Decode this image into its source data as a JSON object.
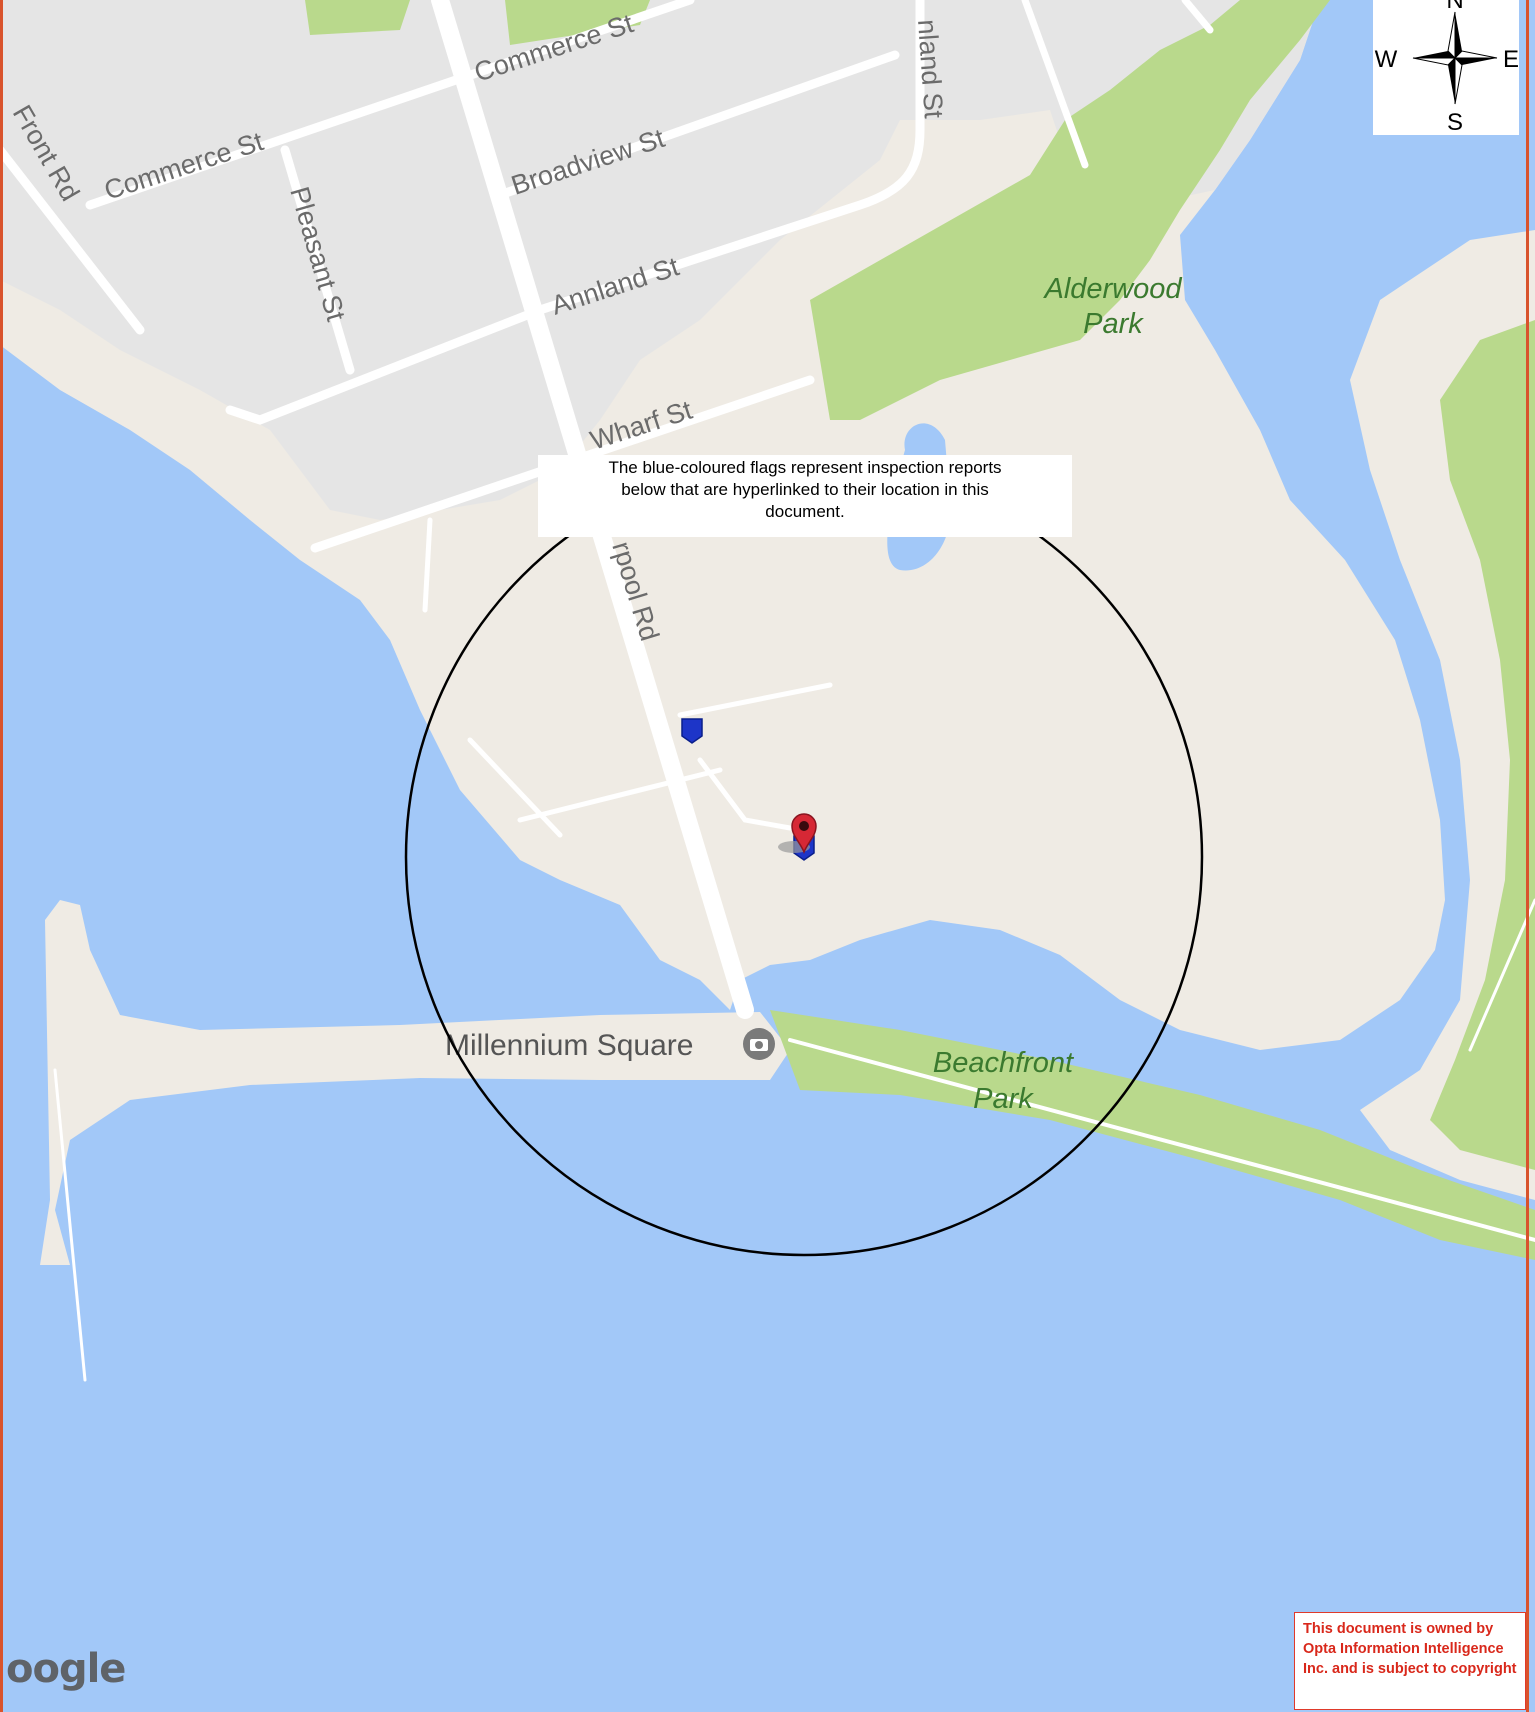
{
  "map": {
    "streets": {
      "commerce_st_upper": "Commerce St",
      "commerce_st_lower": "Commerce St",
      "front_rd": "Front Rd",
      "broadview_st": "Broadview St",
      "pleasant_st": "Pleasant St",
      "annland_st": "Annland St",
      "wharf_st": "Wharf St",
      "liverpool_rd": "rpool Rd",
      "annland_st_vertical": "nland St"
    },
    "places": {
      "alderwood_park_line1": "Alderwood",
      "alderwood_park_line2": "Park",
      "millennium_square": "Millennium Square",
      "beachfront_park_line1": "Beachfront",
      "beachfront_park_line2": "Park"
    },
    "colors": {
      "water": "#a2c8f8",
      "land": "#efebe4",
      "urban": "#e5e5e5",
      "park": "#b9d98c",
      "road": "#ffffff",
      "label": "#666666",
      "park_label": "#3b7a2f",
      "flag": "#1d35c8",
      "pin": "#d62835",
      "radius_circle": "#000000",
      "frame": "#d9532c"
    },
    "markers": [
      {
        "type": "inspection-flag",
        "name": "flag-1"
      },
      {
        "type": "inspection-flag",
        "name": "flag-2"
      },
      {
        "type": "location-pin",
        "name": "subject-pin"
      }
    ]
  },
  "note": {
    "line1": "The blue-coloured flags represent inspection reports",
    "line2": "below that are hyperlinked to their location in this",
    "line3": "document."
  },
  "compass": {
    "north": "N",
    "west": "W",
    "east": "E",
    "south": "S"
  },
  "provider_logo": "oogle",
  "copyright": {
    "line1": "This document is owned by",
    "line2": "Opta Information Intelligence",
    "line3": "Inc. and is subject to copyright"
  }
}
